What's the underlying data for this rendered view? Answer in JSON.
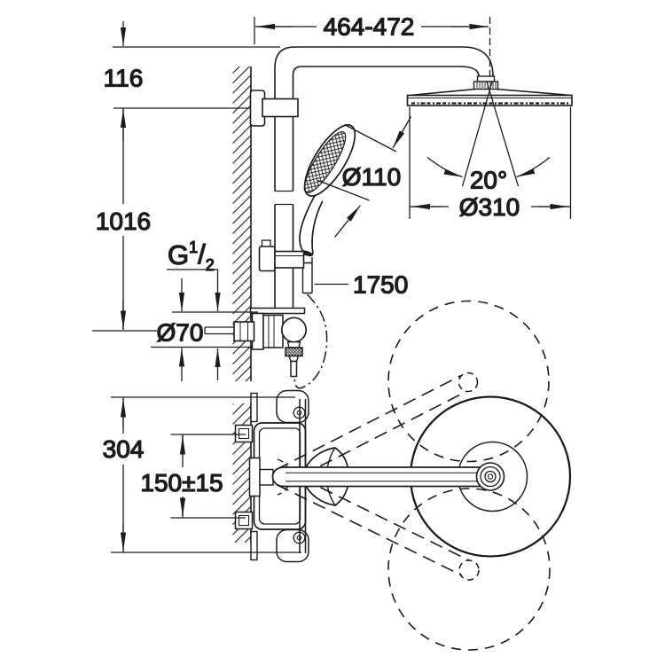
{
  "drawing": {
    "colors": {
      "line": "#1c1c1c",
      "background": "#ffffff"
    },
    "labels": {
      "top_width": "464-472",
      "arm_offset_height": "116",
      "riser_height": "1016",
      "thread": {
        "main": "G",
        "sup": "1",
        "slash": "/",
        "sub": "2"
      },
      "hand_shower_diameter": "Ø110",
      "spray_angle": "20°",
      "head_shower_diameter": "Ø310",
      "hose_length": "1750",
      "escutcheon_diameter": "Ø70",
      "valve_height": "304",
      "supply_distance": "150±15"
    }
  }
}
